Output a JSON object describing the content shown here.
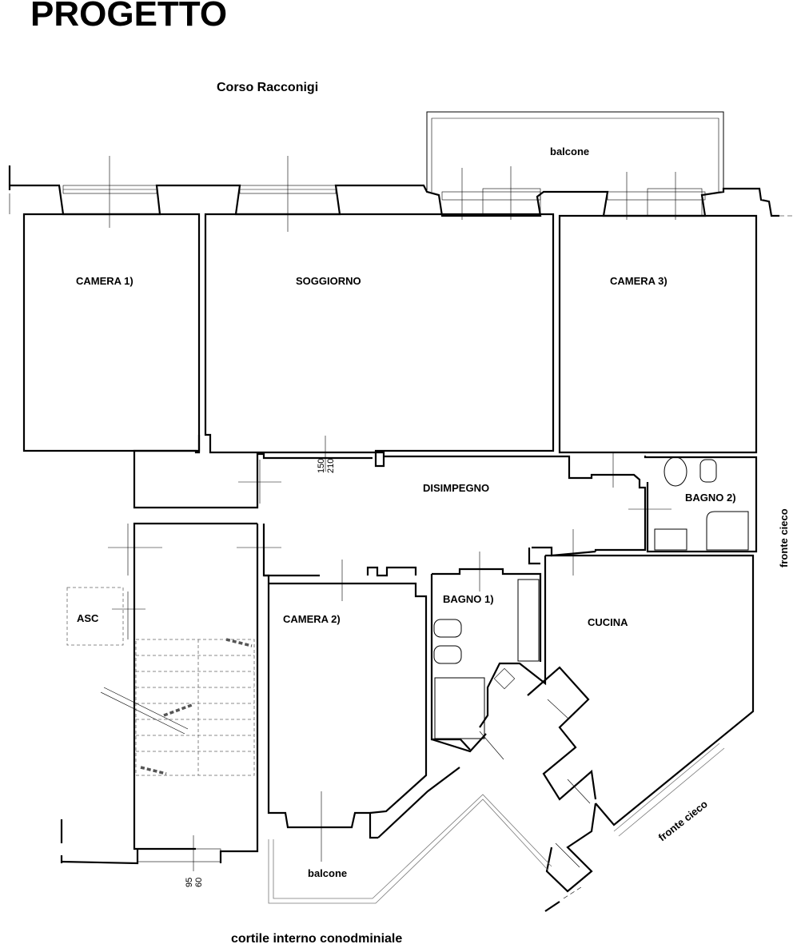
{
  "title": "PROGETTO",
  "street": "Corso Racconigi",
  "courtyard": "cortile interno conodminiale",
  "rooms": {
    "balcone_top": "balcone",
    "camera1": "CAMERA 1)",
    "soggiorno": "SOGGIORNO",
    "camera3": "CAMERA 3)",
    "disimpegno": "DISIMPEGNO",
    "bagno2": "BAGNO 2)",
    "asc": "ASC",
    "camera2": "CAMERA 2)",
    "bagno1": "BAGNO 1)",
    "cucina": "CUCINA",
    "balcone_bottom": "balcone"
  },
  "notes": {
    "fronte_cieco_right": "fronte cieco",
    "fronte_cieco_diag": "fronte cieco"
  },
  "dimensions": {
    "door_a1": "150",
    "door_a2": "210",
    "door_b1": "95",
    "door_b2": "60"
  }
}
